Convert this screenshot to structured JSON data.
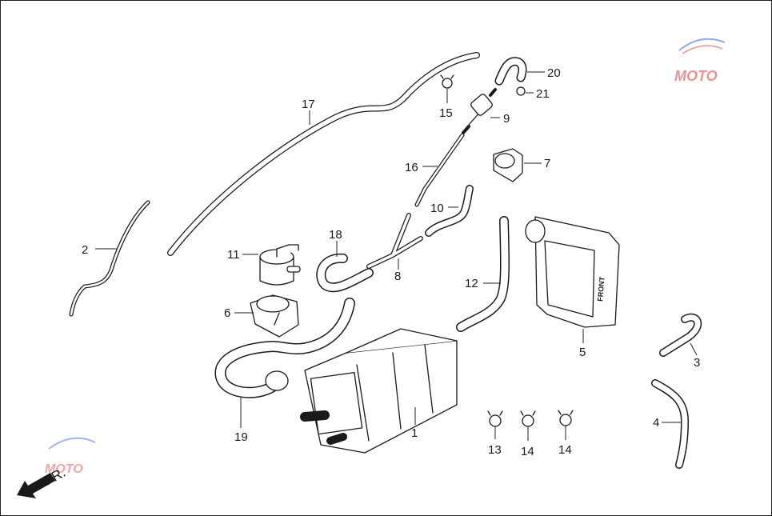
{
  "callouts": [
    {
      "num": "1"
    },
    {
      "num": "2"
    },
    {
      "num": "3"
    },
    {
      "num": "4"
    },
    {
      "num": "5"
    },
    {
      "num": "6"
    },
    {
      "num": "7"
    },
    {
      "num": "8"
    },
    {
      "num": "9"
    },
    {
      "num": "10"
    },
    {
      "num": "11"
    },
    {
      "num": "12"
    },
    {
      "num": "13"
    },
    {
      "num": "14"
    },
    {
      "num": "14"
    },
    {
      "num": "15"
    },
    {
      "num": "16"
    },
    {
      "num": "17"
    },
    {
      "num": "18"
    },
    {
      "num": "19"
    },
    {
      "num": "20"
    },
    {
      "num": "21"
    }
  ],
  "embossed_text": "FRONT",
  "direction_label": "FR.",
  "watermark": {
    "text": "MOTO",
    "colors": [
      "#d93a3a",
      "#3a5fd9"
    ]
  }
}
